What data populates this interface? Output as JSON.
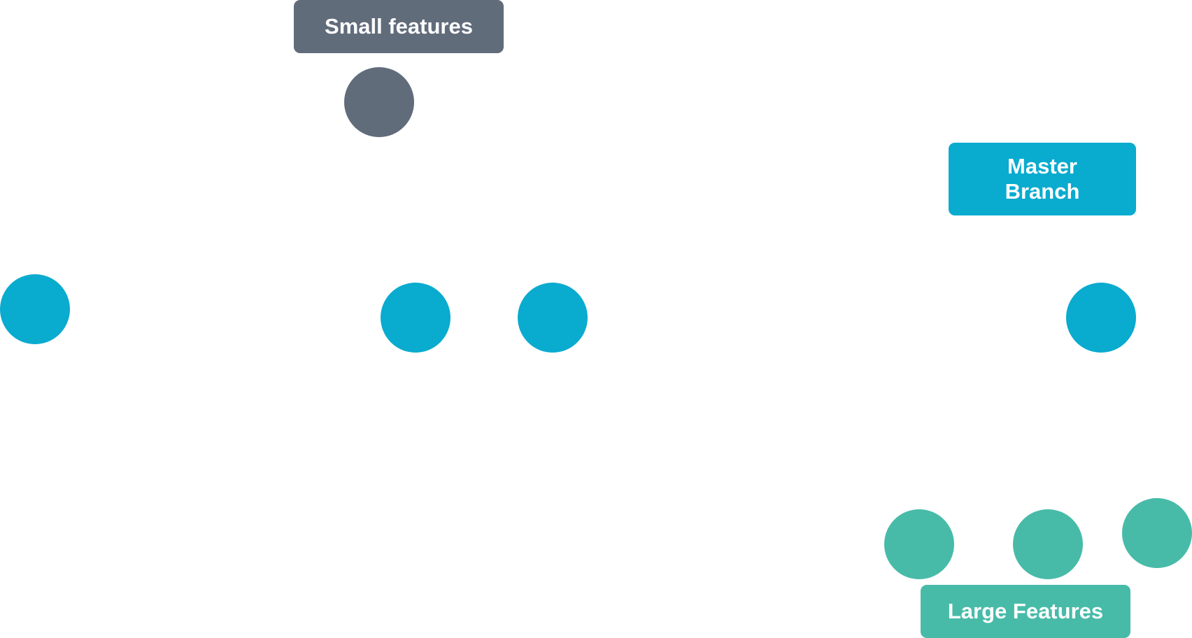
{
  "colors": {
    "small_features": "#616c7b",
    "master_branch": "#09abcf",
    "large_features": "#47bba8",
    "background": "#ffffff",
    "label_text": "#ffffff"
  },
  "labels": {
    "small_features": "Small features",
    "master_branch_line1": "Master",
    "master_branch_line2": "Branch",
    "large_features": "Large Features"
  },
  "nodes": {
    "small_features_count": 1,
    "master_branch_count": 4,
    "large_features_count": 3
  }
}
